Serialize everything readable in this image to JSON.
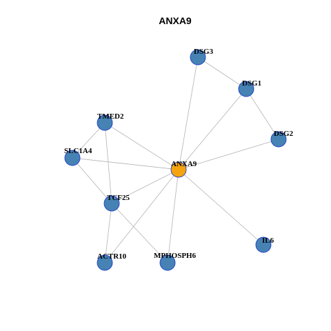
{
  "title": "ANXA9",
  "colors": {
    "center_node": "#F5A30F",
    "node": "#4682B4",
    "node_border": "#1F3FC9",
    "edge": "#B3B3B3"
  },
  "nodes": [
    {
      "id": "ANXA9",
      "label": "ANXA9",
      "role": "center"
    },
    {
      "id": "DSG3",
      "label": "DSG3"
    },
    {
      "id": "DSG1",
      "label": "DSG1"
    },
    {
      "id": "DSG2",
      "label": "DSG2"
    },
    {
      "id": "TMED2",
      "label": "TMED2"
    },
    {
      "id": "SLC1A4",
      "label": "SLC1A4"
    },
    {
      "id": "TCF25",
      "label": "TCF25"
    },
    {
      "id": "ACTR10",
      "label": "ACTR10"
    },
    {
      "id": "MPHOSPH6",
      "label": "MPHOSPH6"
    },
    {
      "id": "IL6",
      "label": "IL6"
    }
  ],
  "edges": [
    {
      "source": "ANXA9",
      "target": "DSG3"
    },
    {
      "source": "ANXA9",
      "target": "DSG1"
    },
    {
      "source": "ANXA9",
      "target": "DSG2"
    },
    {
      "source": "ANXA9",
      "target": "TMED2"
    },
    {
      "source": "ANXA9",
      "target": "SLC1A4"
    },
    {
      "source": "ANXA9",
      "target": "TCF25"
    },
    {
      "source": "ANXA9",
      "target": "ACTR10"
    },
    {
      "source": "ANXA9",
      "target": "MPHOSPH6"
    },
    {
      "source": "ANXA9",
      "target": "IL6"
    },
    {
      "source": "DSG3",
      "target": "DSG1"
    },
    {
      "source": "DSG1",
      "target": "DSG2"
    },
    {
      "source": "TMED2",
      "target": "SLC1A4"
    },
    {
      "source": "TMED2",
      "target": "TCF25"
    },
    {
      "source": "SLC1A4",
      "target": "TCF25"
    },
    {
      "source": "TCF25",
      "target": "ACTR10"
    },
    {
      "source": "TCF25",
      "target": "MPHOSPH6"
    }
  ]
}
